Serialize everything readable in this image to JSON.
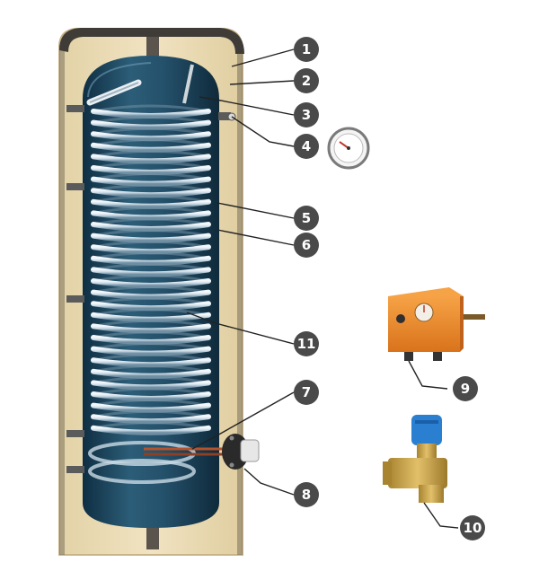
{
  "diagram": {
    "callouts": [
      "1",
      "2",
      "3",
      "4",
      "5",
      "6",
      "7",
      "8",
      "9",
      "10",
      "11"
    ],
    "colors": {
      "insulation": "#ecdcb4",
      "insulation_edge": "#c9b48a",
      "jacket": "#3f3c38",
      "tank": "#1f4a63",
      "tank_highlight": "#6f9ab2",
      "coil": "#c9dbe6",
      "callout_fill": "#4a4a4a",
      "leader": "#222222",
      "pipe": "#5b5b5b",
      "controller": "#e88a2e",
      "valve_brass": "#c7a14a",
      "valve_cap": "#2b7fd1"
    }
  }
}
